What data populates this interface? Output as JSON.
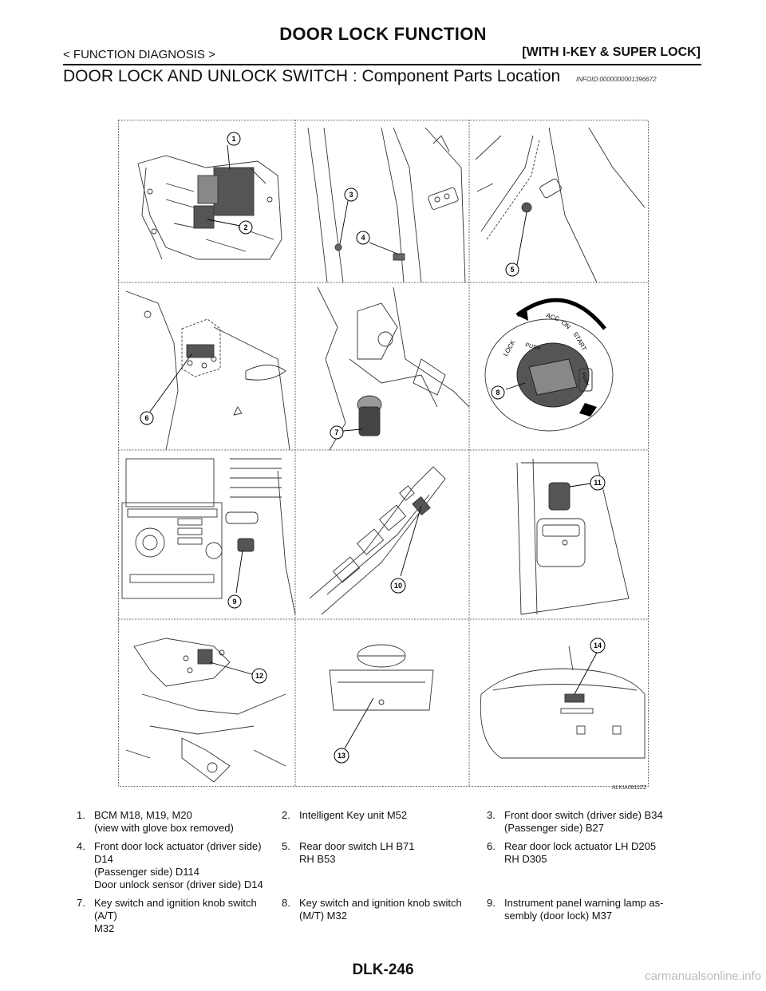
{
  "header": {
    "title": "DOOR LOCK FUNCTION",
    "section_left": "< FUNCTION DIAGNOSIS >",
    "section_right": "[WITH I-KEY & SUPER LOCK]"
  },
  "heading": {
    "text": "DOOR LOCK AND UNLOCK SWITCH : Component  Parts  Location",
    "info_id": "INFOID:0000000001396672"
  },
  "figure": {
    "code": "ALKIA0811ZZ",
    "callouts": [
      "1",
      "2",
      "3",
      "4",
      "5",
      "6",
      "7",
      "8",
      "9",
      "10",
      "11",
      "12",
      "13",
      "14"
    ],
    "ignition_labels": [
      "LOCK",
      "ACC",
      "ON",
      "START",
      "PUSH",
      "PUSH"
    ]
  },
  "legend": {
    "rows": [
      [
        {
          "num": "1.",
          "lines": [
            "BCM M18, M19, M20",
            "(view with glove box removed)"
          ]
        },
        {
          "num": "2.",
          "lines": [
            "Intelligent Key unit M52"
          ]
        },
        {
          "num": "3.",
          "lines": [
            "Front door switch (driver side) B34",
            "(Passenger side) B27"
          ]
        }
      ],
      [
        {
          "num": "4.",
          "lines": [
            "Front door lock actuator (driver side) D14",
            "(Passenger side) D114",
            "Door unlock sensor (driver side) D14"
          ]
        },
        {
          "num": "5.",
          "lines": [
            "Rear door switch LH B71",
            "RH B53"
          ]
        },
        {
          "num": "6.",
          "lines": [
            "Rear door lock actuator LH D205",
            "RH D305"
          ]
        }
      ],
      [
        {
          "num": "7.",
          "lines": [
            "Key switch and ignition knob switch (A/T)",
            "M32"
          ]
        },
        {
          "num": "8.",
          "lines": [
            "Key switch and ignition knob switch",
            "(M/T) M32"
          ]
        },
        {
          "num": "9.",
          "lines": [
            "Instrument panel warning lamp as-",
            "sembly (door lock) M37"
          ]
        }
      ]
    ]
  },
  "footer": {
    "page_number": "DLK-246",
    "watermark": "carmanualsonline.info"
  }
}
